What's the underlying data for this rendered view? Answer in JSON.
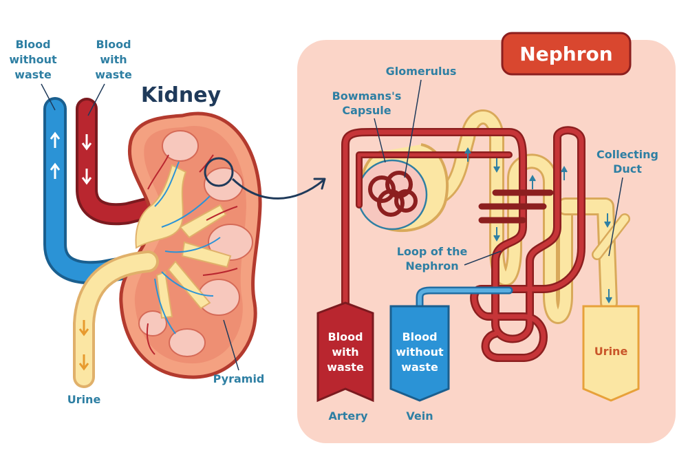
{
  "kidney": {
    "title": "Kidney",
    "labels": {
      "blood_without_waste": [
        "Blood",
        "without",
        "waste"
      ],
      "blood_with_waste": [
        "Blood",
        "with",
        "waste"
      ],
      "urine": "Urine",
      "pyramid": "Pyramid"
    }
  },
  "nephron": {
    "title": "Nephron",
    "labels": {
      "glomerulus": "Glomerulus",
      "bowmans_capsule": [
        "Bowmans's",
        "Capsule"
      ],
      "loop": [
        "Loop of the",
        "Nephron"
      ],
      "collecting_duct": [
        "Collecting",
        "Duct"
      ],
      "artery": "Artery",
      "vein": "Vein"
    },
    "boxes": {
      "artery_box": [
        "Blood",
        "with",
        "waste"
      ],
      "vein_box": [
        "Blood",
        "without",
        "waste"
      ],
      "urine_box": "Urine"
    }
  },
  "colors": {
    "artery_red": "#b9262f",
    "vein_blue": "#2b93d6",
    "urine_yellow": "#fbe6a3",
    "panel_pink": "#fbd5c8",
    "label_blue": "#2e7fa3",
    "title_navy": "#1f3a5a",
    "badge_red": "#d9472f"
  }
}
